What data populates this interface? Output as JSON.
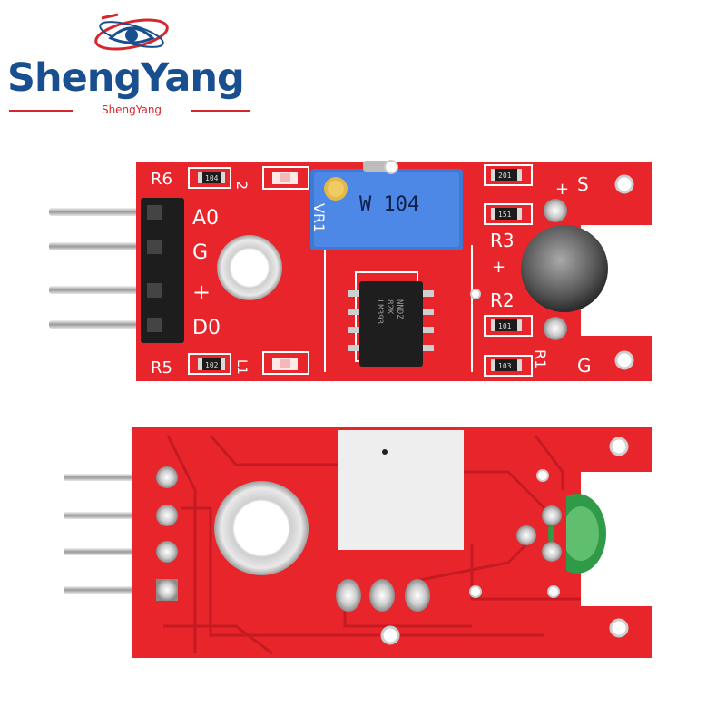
{
  "brand": {
    "name": "ShengYang",
    "subtitle": "ShengYang",
    "colors": {
      "blue": "#1a4f8f",
      "red": "#d6262d"
    },
    "icon": "eye-swoosh-icon"
  },
  "module_front": {
    "pin_labels": [
      "A0",
      "G",
      "+",
      "D0"
    ],
    "silkscreen": [
      "R6",
      "R5",
      "R3",
      "R2",
      "R1",
      "S",
      "+",
      "G",
      "VR1",
      "2",
      "L1",
      "+"
    ],
    "potentiometer_label": "W 104",
    "ic_marking": [
      "LM393",
      "82K",
      "NNDZ"
    ],
    "resistor_codes": [
      "104",
      "102",
      "201",
      "151",
      "101",
      "103"
    ],
    "board_color": "#e8252b"
  },
  "module_back": {
    "board_color": "#e8252b",
    "sticker_color": "#eeeeee",
    "mic_color": "#2f9a47"
  }
}
